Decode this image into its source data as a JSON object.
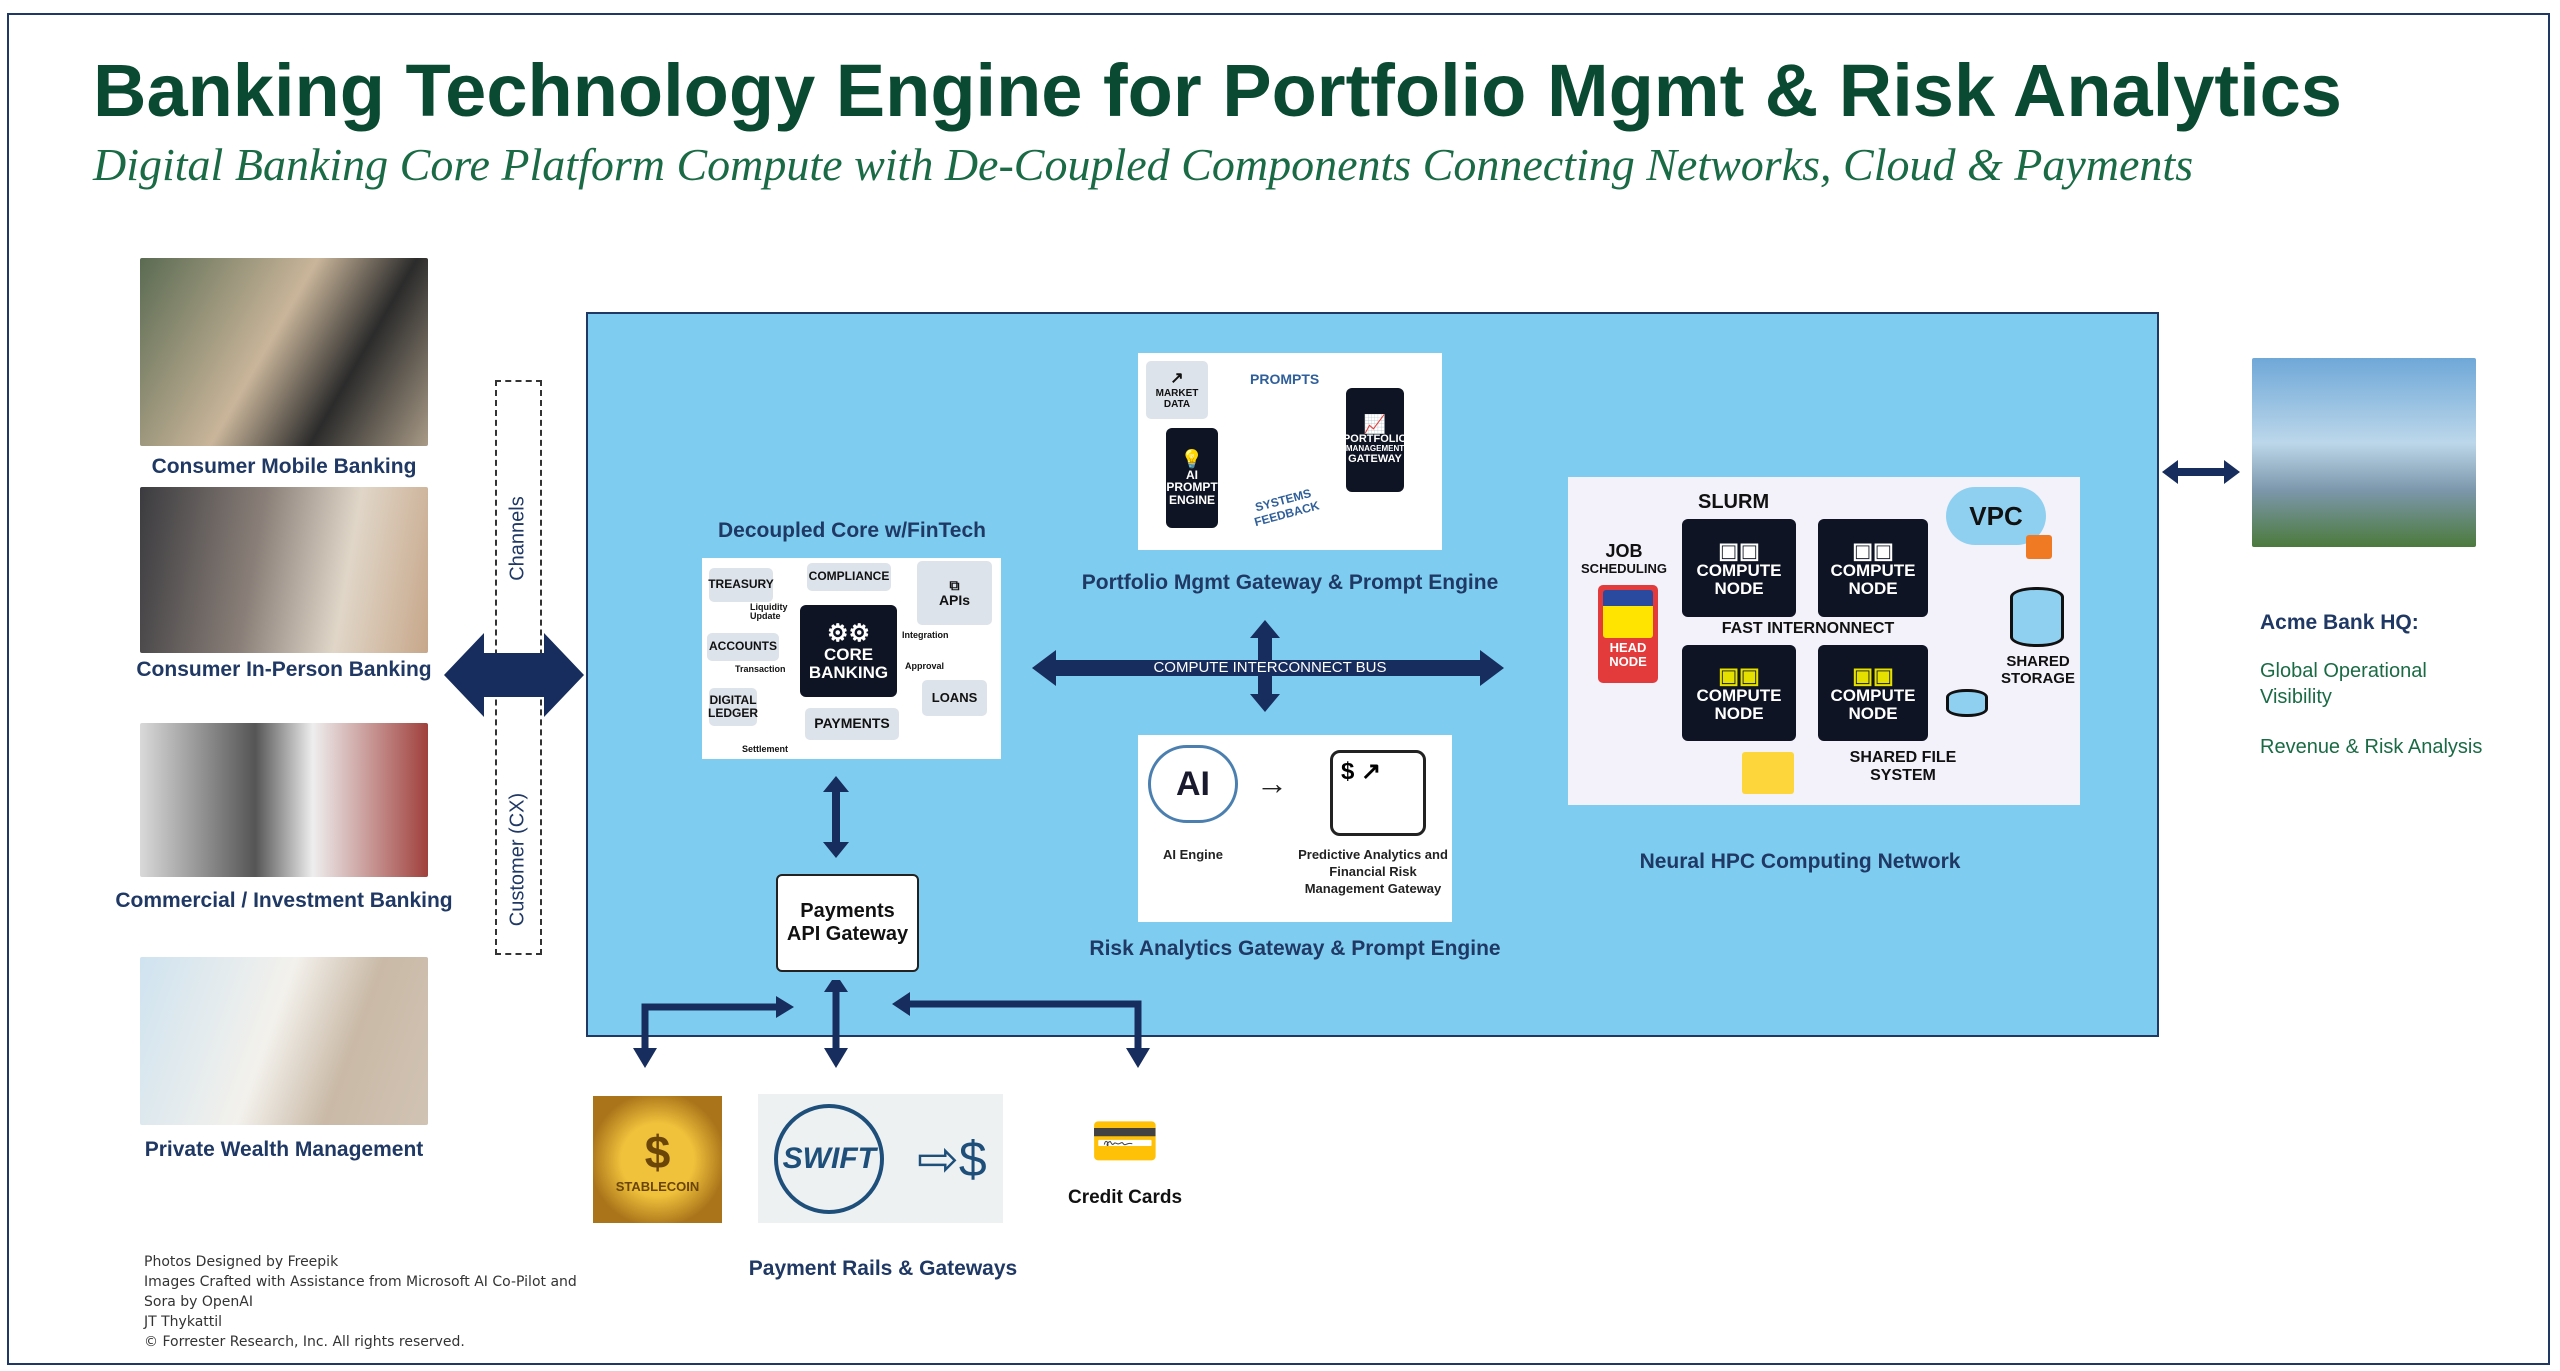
{
  "title": "Banking Technology Engine for Portfolio Mgmt & Risk Analytics",
  "subtitle": "Digital Banking Core Platform Compute with De-Coupled Components Connecting Networks, Cloud & Payments",
  "channels": [
    {
      "label": "Consumer Mobile Banking"
    },
    {
      "label": "Consumer In-Person Banking"
    },
    {
      "label": "Commercial / Investment Banking"
    },
    {
      "label": "Private Wealth Management"
    }
  ],
  "channel_bar": {
    "top": "Channels",
    "bottom": "Customer (CX)"
  },
  "core": {
    "title": "Decoupled Core w/FinTech",
    "treasury": "TREASURY",
    "compliance": "COMPLIANCE",
    "apis": "APIs",
    "accounts": "ACCOUNTS",
    "core": "CORE BANKING",
    "digital_ledger": "DIGITAL LEDGER",
    "payments": "PAYMENTS",
    "loans": "LOANS",
    "liquidity": "Liquidity Update",
    "transaction": "Transaction",
    "integration": "Integration",
    "approval": "Approval",
    "settlement": "Settlement"
  },
  "portfolio": {
    "title": "Portfolio Mgmt Gateway & Prompt Engine",
    "market_data": "MARKET DATA",
    "prompts": "PROMPTS",
    "ai_prompt": "AI PROMPT ENGINE",
    "feedback": "SYSTEMS FEEDBACK",
    "gateway1": "PORTFOLIO",
    "gateway2": "MANAGEMENT",
    "gateway3": "GATEWAY"
  },
  "bus": {
    "label": "COMPUTE INTERCONNECT BUS"
  },
  "risk": {
    "title": "Risk Analytics Gateway & Prompt Engine",
    "ai": "AI",
    "ai_engine": "AI Engine",
    "predictive": "Predictive Analytics and Financial Risk Management Gateway"
  },
  "hpc": {
    "title": "Neural HPC Computing Network",
    "slurm": "SLURM",
    "job": "JOB",
    "scheduling": "SCHEDULING",
    "head": "HEAD NODE",
    "compute": "COMPUTE NODE",
    "fast": "FAST INTERNONNECT",
    "vpc": "VPC",
    "storage": "SHARED STORAGE",
    "fs": "SHARED FILE SYSTEM"
  },
  "payments_gateway": {
    "label": "Payments API Gateway"
  },
  "rails": {
    "title": "Payment Rails & Gateways",
    "stablecoin": "STABLECOIN",
    "swift": "SWIFT",
    "cards": "Credit Cards"
  },
  "hq": {
    "title": "Acme Bank  HQ:",
    "line1": "Global Operational Visibility",
    "line2": "Revenue & Risk Analysis"
  },
  "footer": [
    "Photos Designed by Freepik",
    "Images Crafted with Assistance from Microsoft AI Co-Pilot and",
    "Sora by OpenAI",
    "JT Thykattil",
    "© Forrester Research, Inc. All rights reserved."
  ],
  "colors": {
    "navy": "#1f3864",
    "blue_panel": "#7ecdf1",
    "title_green": "#0b4a32",
    "arrow": "#172d5e"
  }
}
